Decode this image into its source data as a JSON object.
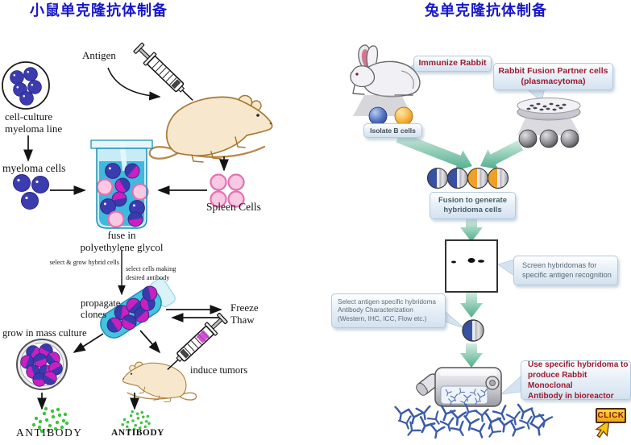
{
  "left": {
    "title": "小鼠单克隆抗体制备",
    "antigen": "Antigen",
    "cell_culture": "cell-culture\nmyeloma line",
    "myeloma_cells": "myeloma cells",
    "spleen_cells": "Spleen Cells",
    "fuse": "fuse in\npolyethylene glycol",
    "select_grow": "select & grow hybrid cells",
    "select_making": "select cells making\ndesired antibody",
    "propagate": "propagate\nclones",
    "freeze_thaw": "Freeze\nThaw",
    "grow_mass": "grow in mass culture",
    "induce_tumors": "induce tumors",
    "antibody_culture": "ANTIBODY",
    "antibody_tumor": "ANTIBODY"
  },
  "right": {
    "title": "兔单克隆抗体制备",
    "immunize": "Immunize Rabbit",
    "fusion_partner": "Rabbit Fusion Partner cells\n(plasmacytoma)",
    "isolate_b": "Isolate B cells",
    "fusion_generate": "Fusion to generate\nhybridoma cells",
    "screen": "Screen hybridomas for\nspecific antigen recognition",
    "select_characterize": "Select antigen specific hybridoma\nAntibody Characterization\n(Western, IHC, ICC, Flow etc.)",
    "use_bioreactor": "Use specific hybridoma to\nproduce Rabbit Monoclonal\nAntibody in bioreactor",
    "click": "CLICK"
  },
  "colors": {
    "title_blue": "#1717c9",
    "callout_red": "#9b1b30",
    "teal_arrow": "#55b090",
    "cell_blue": "#3c3cb0",
    "cell_pink": "#f9c8e2",
    "cell_magenta": "#cb1fc0",
    "beaker_cyan": "#45c2e2",
    "antibody_green": "#3ec43e",
    "antibody_navy": "#3b5ca8",
    "click_yellow": "#f5c518"
  }
}
